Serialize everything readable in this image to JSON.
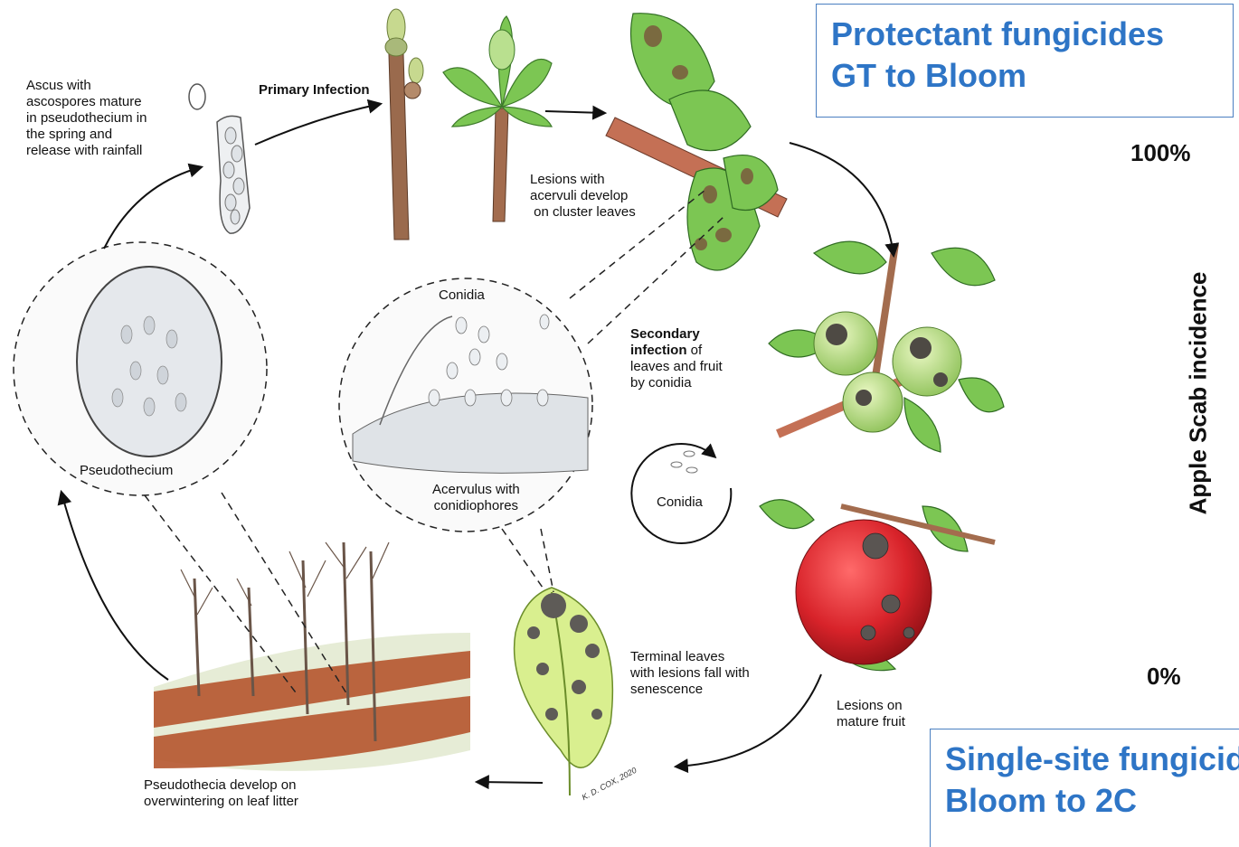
{
  "labels": {
    "ascus": [
      "Ascus with",
      "ascospores mature",
      "in pseudothecium in",
      "the spring and",
      "release with rainfall"
    ],
    "primary_infection": "Primary Infection",
    "lesions_cluster": [
      "Lesions with",
      "acervuli develop",
      " on cluster leaves"
    ],
    "conidia_top": "Conidia",
    "acervulus": [
      "Acervulus with",
      "conidiophores"
    ],
    "secondary_bold": "Secondary",
    "secondary_bold2": "infection",
    "secondary_rest": " of",
    "secondary_lines": [
      "leaves and fruit",
      "by conidia"
    ],
    "conidia_cycle": "Conidia",
    "pseudothecium": "Pseudothecium",
    "terminal": [
      "Terminal leaves",
      "with lesions fall with",
      "senescence"
    ],
    "lesions_fruit": [
      "Lesions on",
      "mature fruit"
    ],
    "pseudothecia": [
      "Pseudothecia develop on",
      "overwintering on leaf litter"
    ],
    "signature": "K. D. COX, 2020"
  },
  "overlay": {
    "protectant_line1": "Protectant fungicides",
    "protectant_line2": "GT to Bloom",
    "singlesite_line1": "Single-site fungicides",
    "singlesite_line2": "Bloom to 2C",
    "pct_top": "100%",
    "pct_bottom": "0%",
    "axis_label": "Apple Scab incidence"
  },
  "colors": {
    "box_text": "#2e75c6",
    "box_border": "#4a7fc1",
    "leaf_green": "#7cc653",
    "lesion": "#5a4a3a",
    "fruit_red": "#d8232a",
    "litter": "#b5552e"
  }
}
